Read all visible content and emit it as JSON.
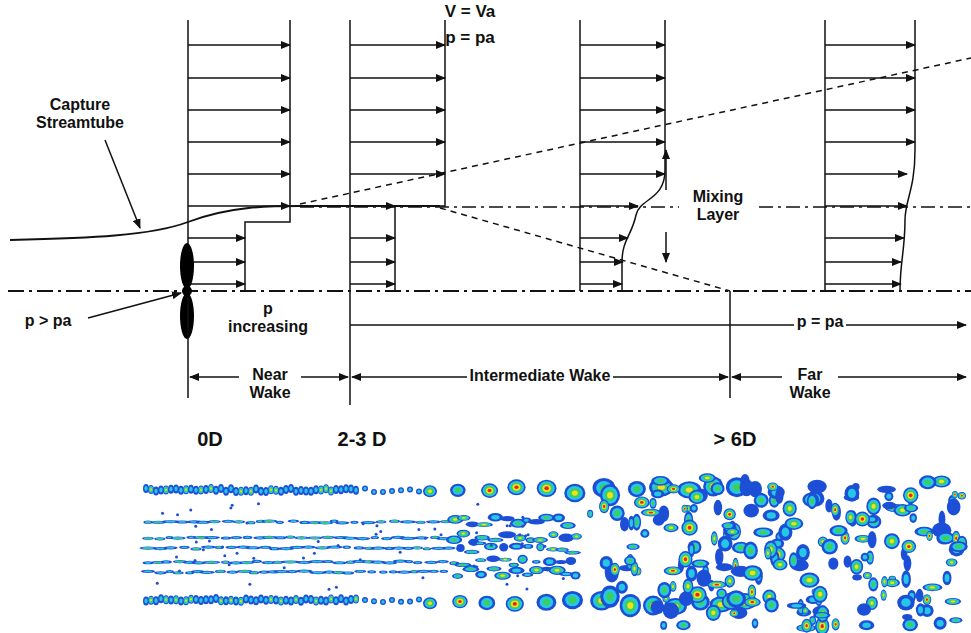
{
  "diagram": {
    "labels": [
      "V = Va",
      "p = pa",
      "Capture Streamtube",
      "Mixing Layer",
      "p > pa",
      "p increasing",
      "p = pa",
      "Near Wake",
      "Intermediate Wake",
      "Far Wake",
      "0D",
      "2-3 D",
      "> 6D"
    ]
  }
}
